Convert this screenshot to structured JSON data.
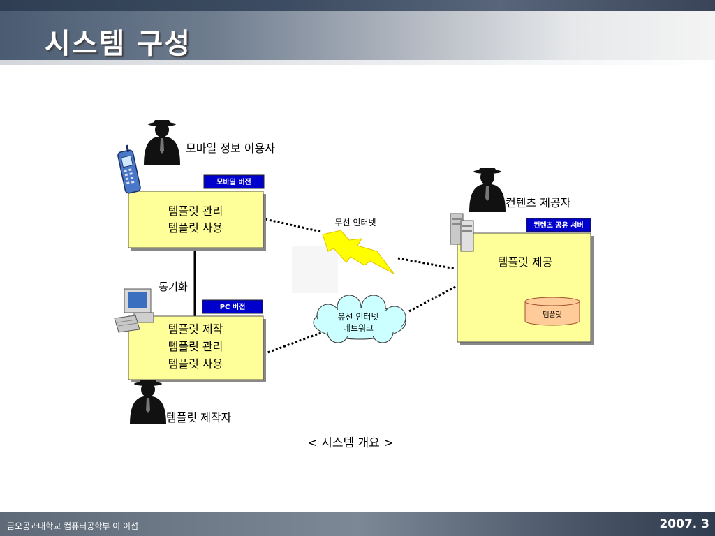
{
  "slide": {
    "title": "시스템 구성",
    "caption": "< 시스템 개요 >",
    "footer_left": "금오공과대학교 컴퓨터공학부 이 이섭",
    "footer_right": "2007. 3"
  },
  "diagram": {
    "actors": {
      "mobile_user": "모바일 정보 이용자",
      "content_provider": "컨텐츠 제공자",
      "template_maker": "템플릿 제작자"
    },
    "mobile_box": {
      "tag": "모바일 버전",
      "line1": "템플릿 관리",
      "line2": "템플릿 사용"
    },
    "pc_box": {
      "tag": "PC 버전",
      "line1": "템플릿 제작",
      "line2": "템플릿 관리",
      "line3": "템플릿 사용"
    },
    "server_box": {
      "tag": "컨텐츠 공유 서버",
      "label": "템플릿 제공",
      "db_label": "템플릿"
    },
    "sync_label": "동기화",
    "wireless_label": "무선 인터넷",
    "wired_line1": "유선 인터넷",
    "wired_line2": "네트워크"
  },
  "colors": {
    "box_fill": "#ffff99",
    "tag_fill": "#0000cc",
    "bolt": "#ffff00",
    "cloud": "#ccffff",
    "db": "#ffcc99"
  }
}
